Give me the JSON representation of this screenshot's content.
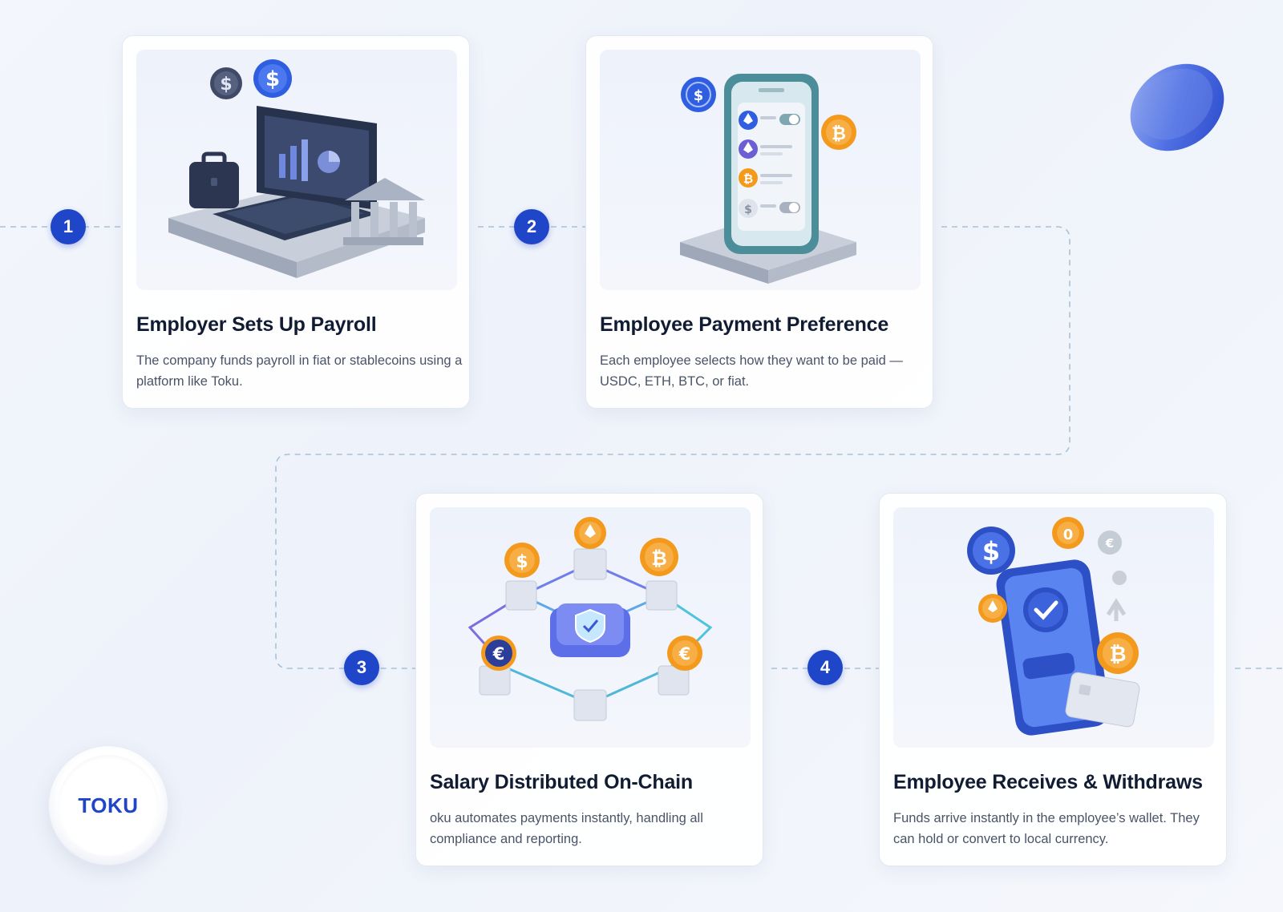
{
  "steps": [
    {
      "number": "1",
      "title": "Employer Sets Up Payroll",
      "description": "The company funds payroll in fiat or stablecoins using a platform like Toku."
    },
    {
      "number": "2",
      "title": "Employee Payment Preference",
      "description": "Each employee selects how they want to be paid — USDC, ETH, BTC, or fiat."
    },
    {
      "number": "3",
      "title": "Salary Distributed On-Chain",
      "description": "oku automates payments instantly, handling all compliance and reporting."
    },
    {
      "number": "4",
      "title": "Employee Receives & Withdraws",
      "description": "Funds arrive instantly in the employee’s wallet. They can hold or convert to local currency."
    }
  ],
  "logo": {
    "text": "TOKU"
  },
  "colors": {
    "accent": "#1f45c8",
    "coin_orange": "#f39a1c",
    "coin_blue": "#2f5fe0",
    "connector": "#a9c2d8"
  },
  "icons": {
    "step1": [
      "dollar-coin-icon",
      "laptop-icon",
      "briefcase-icon",
      "bank-icon"
    ],
    "step2": [
      "smartphone-icon",
      "usdc-coin-icon",
      "bitcoin-coin-icon",
      "ethereum-icon"
    ],
    "step3": [
      "blockchain-network-icon",
      "shield-check-icon",
      "euro-coin-icon",
      "bitcoin-coin-icon",
      "ethereum-coin-icon"
    ],
    "step4": [
      "wallet-phone-icon",
      "checkmark-icon",
      "credit-card-icon",
      "bitcoin-coin-icon"
    ]
  }
}
